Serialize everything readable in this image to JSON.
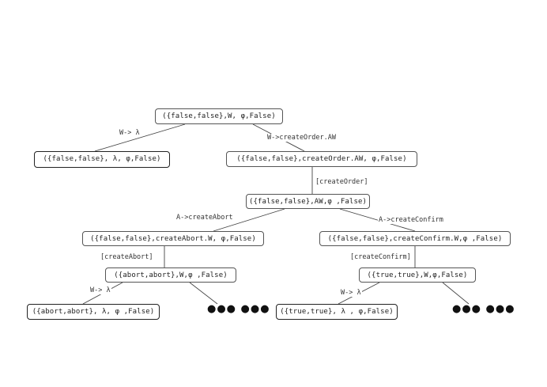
{
  "nodes": {
    "root": "({false,false},W, φ,False)",
    "left1": "({false,false}, λ, φ,False)",
    "right1": "({false,false},createOrder.AW, φ,False)",
    "mid2": "({false,false},AW,φ ,False)",
    "abort3": "({false,false},createAbort.W, φ,False)",
    "confirm3": "({false,false},createConfirm.W,φ ,False)",
    "abort4": "({abort,abort},W,φ ,False)",
    "confirm4": "({true,true},W,φ,False)",
    "abort5": "({abort,abort}, λ, φ ,False)",
    "confirm5": "({true,true}, λ , φ,False)"
  },
  "edges": {
    "root_left": "W-> λ",
    "root_right": "W->createOrder.AW",
    "right1_mid2": "[createOrder]",
    "mid2_abort": "A->createAbort",
    "mid2_confirm": "A->createConfirm",
    "abort3_abort4": "[createAbort]",
    "confirm3_confirm4": "[createConfirm]",
    "abort4_abort5": "W-> λ",
    "confirm4_confirm5": "W-> λ"
  },
  "ellipsis": {
    "abort_branch": "●●● ●●●",
    "confirm_branch": "●●● ●●●"
  }
}
